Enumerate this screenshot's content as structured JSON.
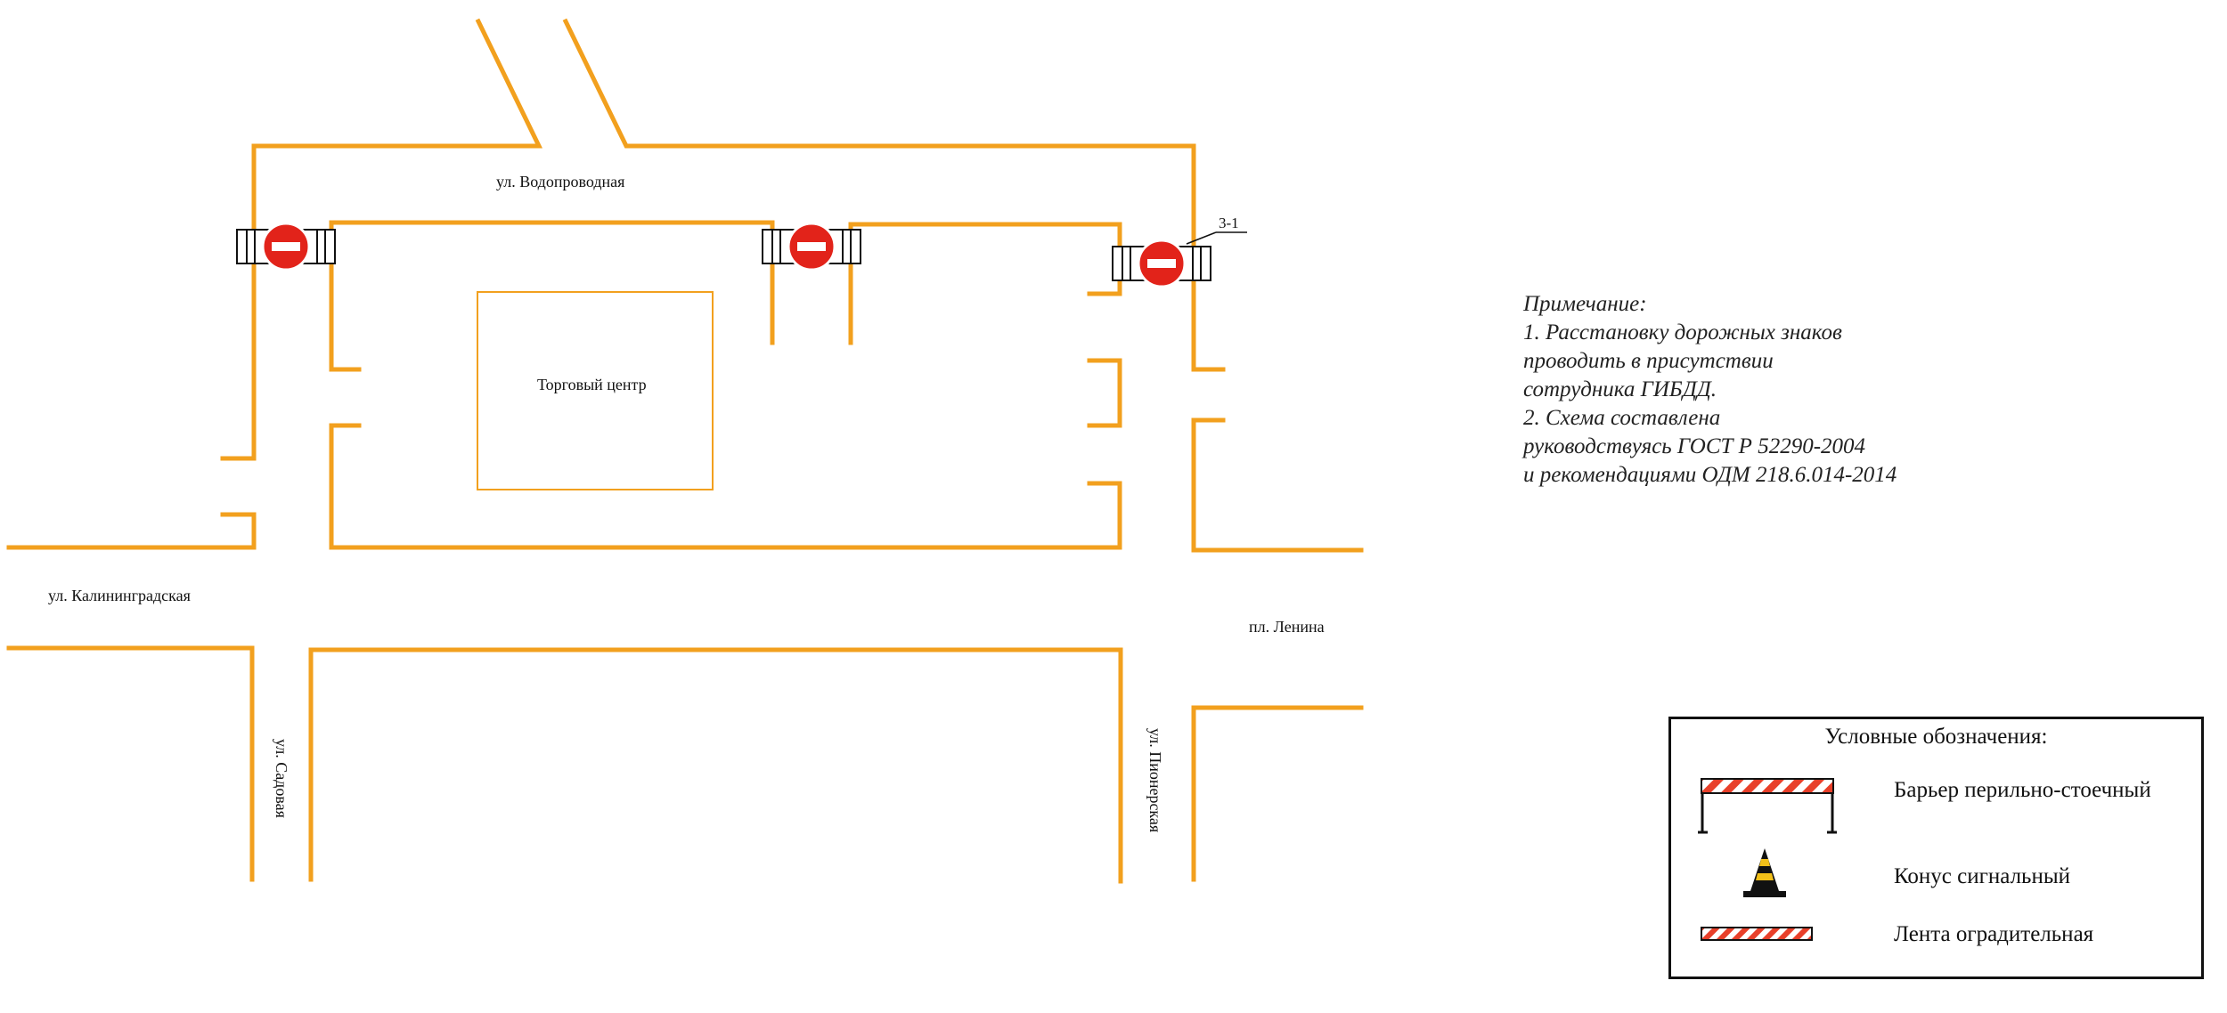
{
  "map": {
    "streets": {
      "vodoprovodnaya": "ул. Водопроводная",
      "kaliningradskaya": "ул. Калининградская",
      "sadovaya": "ул. Садовая",
      "pionerskaya": "ул. Пионерская",
      "lenina": "пл. Ленина"
    },
    "building_label": "Торговый центр",
    "sign_callout": "3-1",
    "colors": {
      "road": "#f2a01e",
      "sign_red": "#e2231a",
      "barrier_red": "#e8402a"
    },
    "icons": [
      "no-entry-sign-icon",
      "barrier-icon",
      "traffic-cone-icon",
      "warning-tape-icon"
    ]
  },
  "notes": {
    "heading": "Примечание:",
    "lines": [
      "1. Расстановку дорожных знаков",
      "проводить в присутствии",
      "сотрудника ГИБДД.",
      "2. Схема составлена",
      "руководствуясь ГОСТ Р 52290-2004",
      "и рекомендациями ОДМ 218.6.014-2014"
    ]
  },
  "legend": {
    "title": "Условные обозначения:",
    "items": [
      {
        "icon": "barrier-icon",
        "label": "Барьер перильно-стоечный"
      },
      {
        "icon": "traffic-cone-icon",
        "label": "Конус сигнальный"
      },
      {
        "icon": "warning-tape-icon",
        "label": "Лента оградительная"
      }
    ]
  }
}
